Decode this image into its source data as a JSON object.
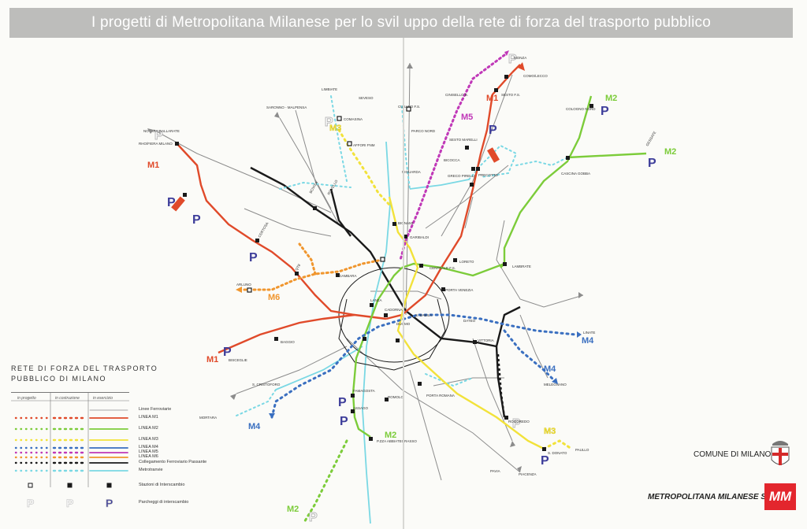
{
  "title": "I progetti di Metropolitana Milanese per lo svil uppo della rete di forza del trasporto pubblico",
  "colors": {
    "M1": "#e04a2a",
    "M2": "#7ccc3a",
    "M3": "#f2e23a",
    "M4": "#3a6fc0",
    "M5": "#c038b8",
    "M6": "#f0962e",
    "passante": "#1a1a1a",
    "metrotranvia": "#7ad8e4",
    "rail": "#8c8c8c",
    "parking": "#3d3d9a"
  },
  "line_labels": {
    "m1_north": "M1",
    "m1_west": "M1",
    "m1_south": "M1",
    "m2_ne": "M2",
    "m2_east": "M2",
    "m2_south": "M2",
    "m2_bottom": "M2",
    "m3_north": "M3",
    "m3_south": "M3",
    "m4_east": "M4",
    "m4_se": "M4",
    "m4_west": "M4",
    "m5": "M5",
    "m6": "M6"
  },
  "stations": {
    "monza": "MONZA",
    "como_lecco": "COMO/LECCO",
    "sesto_fs": "SESTO F.S.",
    "sesto_marelli": "SESTO MARELLI",
    "cinisello": "CINISELLO B.",
    "bicocca": "BICOCCA",
    "greco_pirelli": "GRECO PIRELLI",
    "precotto": "PRECOTTO",
    "cologno_nord": "COLOGNO NORD",
    "gessate": "GESSATE",
    "gobba": "CASCINA GOBBA",
    "lambrate": "LAMBRATE",
    "limbiate": "LIMBIATE",
    "seveso": "SEVESO",
    "saronno_malpensa": "SARONNO - MALPENSA",
    "comasina": "COMASINA",
    "affori": "AFFORI FNM",
    "bovisa": "BOVISA",
    "niguarda": "NIGUARDA",
    "parco_nord": "PARCO NORD",
    "cusano_fs": "CUSANO F.S.",
    "bignami": "BIGNAMI",
    "garibaldi": "GARIBALDI",
    "centrale": "CENTRALE F.S.",
    "loreto": "LORETO",
    "porta_venezia": "PORTA VENEZIA",
    "duomo": "DUOMO",
    "cadorna": "CADORNA",
    "lanza": "LANZA",
    "s_babila": "S. BABILA",
    "dateo": "DATEO",
    "vittoria": "VITTORIA",
    "linate": "LINATE",
    "rho_fiera": "RHO/FIERA MILANO",
    "bisceglie": "BISCEGLIE",
    "gambara": "GAMBARA",
    "certosa": "CERTOSA",
    "qt8": "QT8",
    "rogoredo": "ROGOREDO",
    "s_donato": "S. DONATO",
    "paullo": "PAULLO",
    "famagosta": "FAMAGOSTA",
    "abbiategrasso": "P.ZZA ABBIATEGRASSO",
    "assago": "ASSAGO",
    "porta_romana": "PORTA ROMANA",
    "romolo": "ROMOLO",
    "mortara": "MORTARA",
    "pavia": "PAVIA",
    "piacenza": "PIACENZA",
    "melegnano": "MELEGNANO",
    "arluno": "ARLUNO",
    "baggio": "BAGGIO",
    "san_cristoforo": "S. CRISTOFORO",
    "malpensa_gallarate": "NOVARA GALLARATE",
    "rovello": "ROVELLO"
  },
  "legend": {
    "title_line1": "RETE DI FORZA DEL TRASPORTO",
    "title_line2": "PUBBLICO DI MILANO",
    "col_progetto": "in progetto",
    "col_costruzione": "in costruzione",
    "col_esercizio": "in esercizio",
    "rows": [
      {
        "label": "Linee Ferroviarie",
        "color": "#8c8c8c"
      },
      {
        "label": "LINEA M1",
        "color": "#e04a2a"
      },
      {
        "label": "LINEA M2",
        "color": "#7ccc3a"
      },
      {
        "label": "LINEA M3",
        "color": "#f2e23a"
      },
      {
        "label": "LINEA M4",
        "color": "#3a6fc0"
      },
      {
        "label": "LINEA M5",
        "color": "#c038b8"
      },
      {
        "label": "LINEA M6",
        "color": "#f0962e"
      },
      {
        "label": "Collegamento Ferroviario Passante",
        "color": "#1a1a1a"
      },
      {
        "label": "Metrotranvie",
        "color": "#7ad8e4"
      },
      {
        "label": "Stazioni di Interscambio",
        "color": "#1a1a1a"
      },
      {
        "label": "Parcheggi di interscambio",
        "color": "#3d3d9a"
      }
    ]
  },
  "corporate": {
    "comune": "COMUNE DI MILANO",
    "company": "METROPOLITANA  MILANESE SPA",
    "logo": "MM",
    "crest_icon": "milan-crest-icon"
  }
}
